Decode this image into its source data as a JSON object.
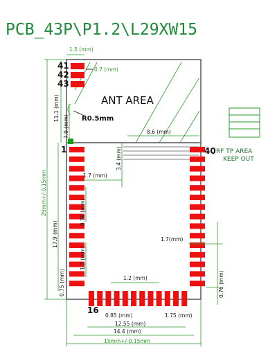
{
  "title": "PCB_43P\\P1.2\\L29XW15",
  "colors": {
    "pad": "#ee1111",
    "outline": "#555555",
    "dimension": "#2a9a2a",
    "text": "#111111",
    "title": "#1e8a3a"
  },
  "labels": {
    "ant_area": "ANT AREA",
    "rf_tp_area": "RF TP AREA",
    "keep_out": "KEEP OUT",
    "radius": "R0.5mm"
  },
  "pins": {
    "p1": "1",
    "p16": "16",
    "p40": "40",
    "p41": "41",
    "p42": "42",
    "p43": "43"
  },
  "dimensions": {
    "top_pad_width": "1.5 (mm)",
    "top_pad_len": "0.7 (mm)",
    "ant_height": "11.1 (mm)",
    "seven_nine": "7.9 (mm)",
    "ant_width": "8.6 (mm)",
    "three_four": "3.4 (mm)",
    "total_length": "29mm+/-0.15mm",
    "left_1_7": "1.7 (mm)",
    "left_0_76": "0.76 (mm)",
    "left_17_9": "17.9 (mm)",
    "left_1_2": "1.2 (mm)",
    "left_0_75": "0.75 (mm)",
    "right_1_7": "1.7(mm)",
    "right_0_76": "0.76 (mm)",
    "bottom_1_2": "1.2 (mm)",
    "bottom_0_85": "0.85 (mm)",
    "bottom_1_75": "1.75 (mm)",
    "bottom_12_55": "12.55 (mm)",
    "bottom_14_4": "14.4 (mm)",
    "total_width": "15mm+/-0.15mm"
  }
}
